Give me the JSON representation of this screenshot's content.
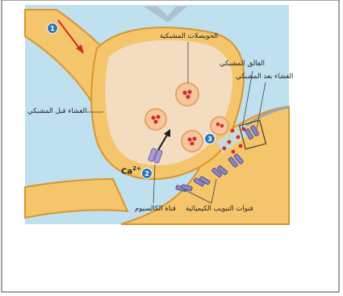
{
  "labels": {
    "synaptic_vesicles": "الحويصلات المشبكية",
    "synaptic_cleft": "الفالق المشبكي",
    "postsynaptic_membrane": "الغشاء بعد المشبكي",
    "presynaptic_membrane": "الغشاء قبل المشبكي",
    "calcium_channel": "قناة الكالسيوم",
    "chemical_gated_channels": "قنوات التبويب الكيميائية"
  },
  "ion": {
    "symbol": "Ca",
    "charge": "2+"
  },
  "steps": {
    "s1": "1",
    "s2": "2",
    "s3": "3"
  },
  "colors": {
    "background": "#bfe0ee",
    "neuron": "#f4c56a",
    "neuron_edge": "#d9952f",
    "terminal_interior": "#f3dcc0",
    "vesicle": "#f6c79d",
    "neurotransmitter": "#d62a2a",
    "channel": "#8a86c8",
    "step_badge": "#2f74b5",
    "arrow": "#d42c2c"
  }
}
